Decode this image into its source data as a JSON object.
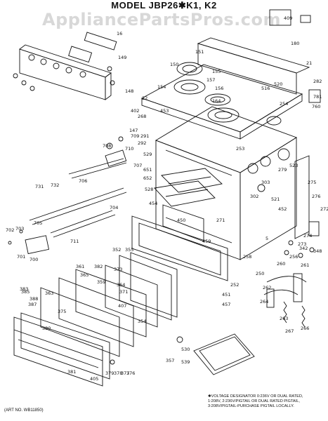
{
  "title": "MODEL JBP26✱K1, K2",
  "watermark": "AppliancePartsPros.com",
  "art_number": "(ART NO. WB11850)",
  "notes": [
    "✱VOLTAGE DESIGNATOR 0:236V OR DUAL RATED,",
    "1:208V, 2:236V/PIGTAIL OR DUAL RATED PIGTAIL,",
    "3:208V/PIGTAIL-PURCHASE PIGTAIL LOCALLY."
  ],
  "callouts": [
    "409",
    "180",
    "21",
    "282",
    "781",
    "760",
    "151",
    "150",
    "155",
    "157",
    "156",
    "164",
    "154",
    "22",
    "453",
    "254",
    "16",
    "149",
    "148",
    "402",
    "147",
    "709",
    "710",
    "708",
    "707",
    "706",
    "268",
    "291",
    "292",
    "529",
    "651",
    "652",
    "528",
    "454",
    "450",
    "459",
    "452",
    "732",
    "731",
    "704",
    "705",
    "702",
    "703",
    "701",
    "700",
    "711",
    "5",
    "275",
    "276",
    "272",
    "279",
    "523",
    "302",
    "303",
    "521",
    "342",
    "348",
    "256",
    "258",
    "250",
    "252",
    "451",
    "457",
    "361",
    "382",
    "385",
    "388",
    "387",
    "383",
    "375",
    "365",
    "359",
    "357",
    "352",
    "355",
    "363",
    "373",
    "364",
    "371",
    "407",
    "405",
    "354",
    "530",
    "539",
    "260",
    "261",
    "262",
    "263",
    "264",
    "266",
    "267",
    "253",
    "520",
    "516",
    "274",
    "273",
    "271",
    "380",
    "381",
    "379",
    "378",
    "377",
    "376"
  ]
}
